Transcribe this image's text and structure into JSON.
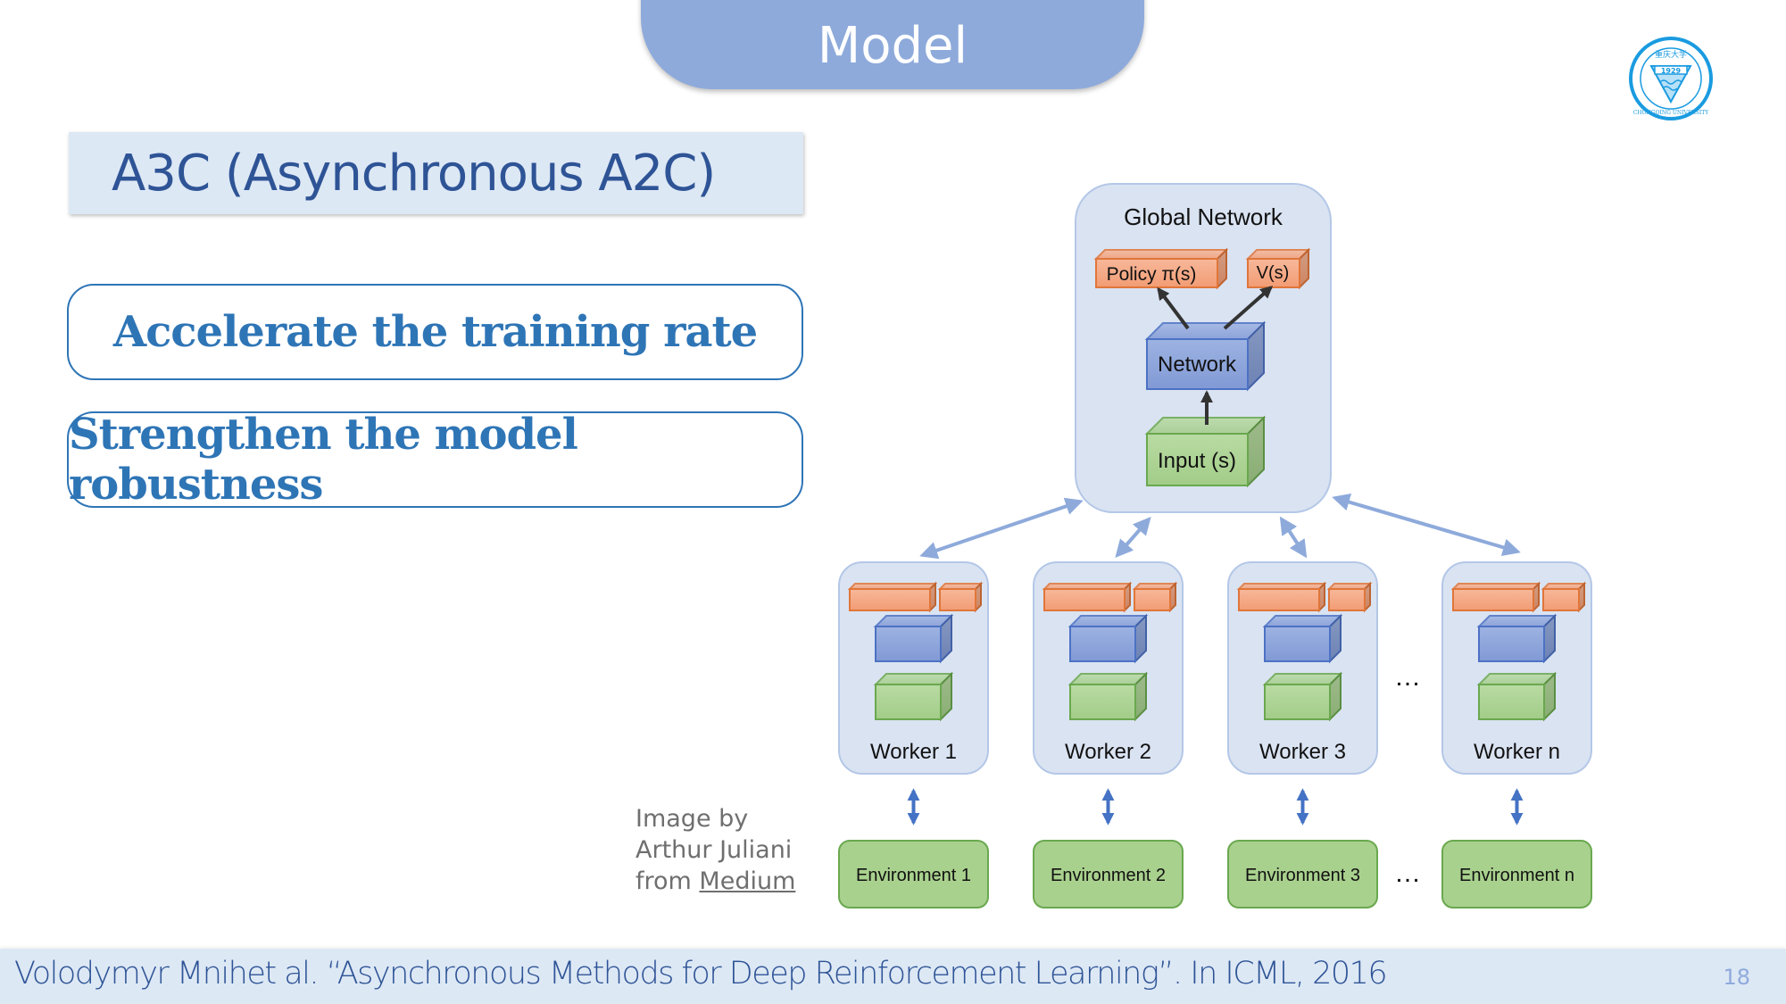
{
  "slide": {
    "section_title": "Model",
    "subtitle": "A3C (Asynchronous A2C)",
    "features": [
      "Accelerate the training rate",
      "Strengthen the model robustness"
    ],
    "logo": {
      "icon": "chongqing-university-seal-icon",
      "year": "1929",
      "text": "CHONGQING UNIVERSITY",
      "color": "#1a9be0"
    },
    "credit": {
      "line1": "Image by",
      "line2": "Arthur Juliani",
      "line3_prefix": "from ",
      "link": "Medium"
    },
    "footer": {
      "reference": "Volodymyr Mnihet al. “Asynchronous Methods for Deep Reinforcement Learning”. In ICML, 2016",
      "page_number": "18"
    }
  },
  "diagram": {
    "global": {
      "title": "Global Network",
      "policy": "Policy π(s)",
      "value": "V(s)",
      "network": "Network",
      "input": "Input (s)"
    },
    "workers": [
      "Worker 1",
      "Worker 2",
      "Worker 3",
      "Worker n"
    ],
    "environments": [
      "Environment 1",
      "Environment 2",
      "Environment 3",
      "Environment n"
    ],
    "ellipsis": "…",
    "colors": {
      "container_fill": "#dae3f2",
      "container_stroke": "#b4c7e7",
      "orange": "#f4a582",
      "orange_stroke": "#e0763a",
      "blue": "#8fa8dc",
      "blue_stroke": "#4c72c4",
      "green": "#a9d18e",
      "green_stroke": "#6aa84f",
      "link_arrow": "#8eaadb",
      "env_arrow": "#4472c4",
      "inner_arrow": "#333333"
    }
  }
}
